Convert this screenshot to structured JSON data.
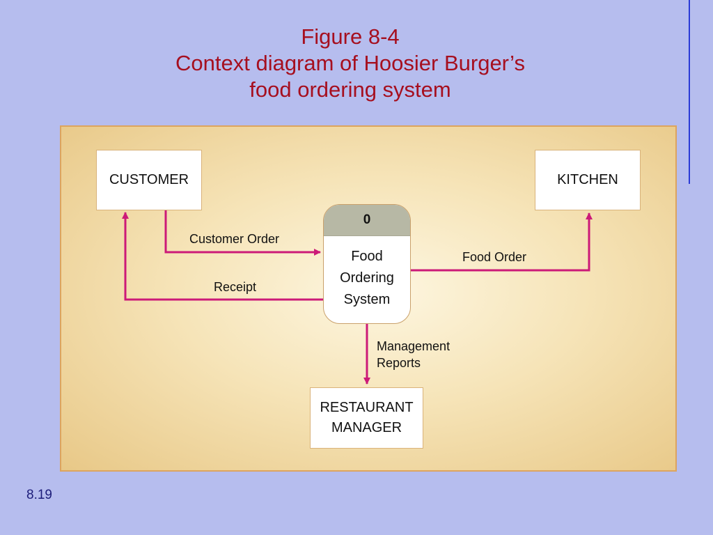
{
  "title": {
    "line1": "Figure 8-4",
    "line2": "Context diagram of Hoosier Burger’s",
    "line3": "food ordering system"
  },
  "diagram": {
    "entities": {
      "customer": "CUSTOMER",
      "kitchen": "KITCHEN",
      "manager_line1": "RESTAURANT",
      "manager_line2": "MANAGER"
    },
    "process": {
      "id": "0",
      "name_line1": "Food",
      "name_line2": "Ordering",
      "name_line3": "System"
    },
    "flows": {
      "customer_order": "Customer Order",
      "receipt": "Receipt",
      "food_order": "Food Order",
      "management_reports_line1": "Management",
      "management_reports_line2": "Reports"
    },
    "colors": {
      "flow": "#cc1a78",
      "title": "#a60f1f"
    }
  },
  "slide_number": "8.19"
}
